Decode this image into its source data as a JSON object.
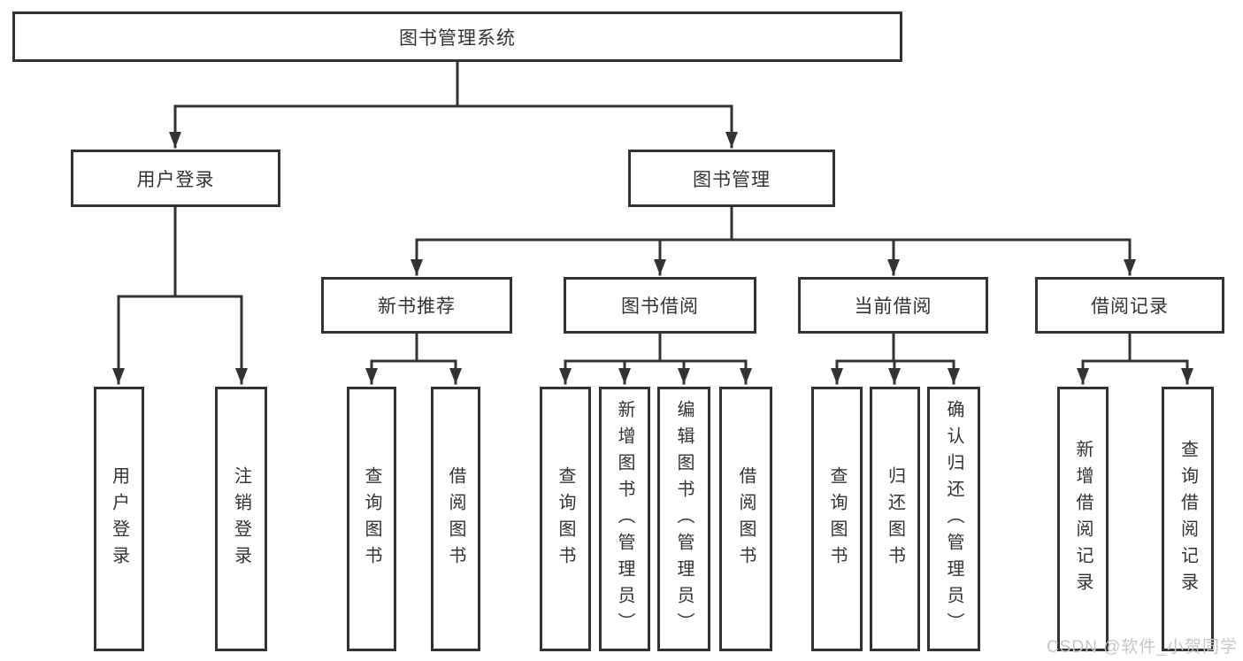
{
  "diagram": {
    "type": "hierarchy-tree",
    "orientation": "top-down",
    "colors": {
      "line": "#333333",
      "text": "#333333",
      "box_bg": "#ffffff",
      "page_bg": "#ffffff",
      "watermark": "#c6c6c6"
    }
  },
  "tree": {
    "label": "图书管理系统",
    "children": [
      {
        "label": "用户登录",
        "children": [
          {
            "label": "用户登录"
          },
          {
            "label": "注销登录"
          }
        ]
      },
      {
        "label": "图书管理",
        "children": [
          {
            "label": "新书推荐",
            "children": [
              {
                "label": "查询图书"
              },
              {
                "label": "借阅图书"
              }
            ]
          },
          {
            "label": "图书借阅",
            "children": [
              {
                "label": "查询图书"
              },
              {
                "label": "新增图书（管理员）"
              },
              {
                "label": "编辑图书（管理员）"
              },
              {
                "label": "借阅图书"
              }
            ]
          },
          {
            "label": "当前借阅",
            "children": [
              {
                "label": "查询图书"
              },
              {
                "label": "归还图书"
              },
              {
                "label": "确认归还（管理员）"
              }
            ]
          },
          {
            "label": "借阅记录",
            "children": [
              {
                "label": "新增借阅记录"
              },
              {
                "label": "查询借阅记录"
              }
            ]
          }
        ]
      }
    ]
  },
  "watermark": {
    "text": "CSDN @软件_小贺同学"
  }
}
